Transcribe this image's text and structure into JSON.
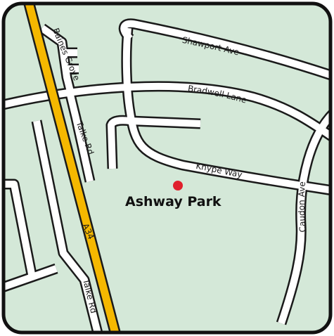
{
  "map": {
    "colors": {
      "land": "#d4e8d8",
      "border": "#111111",
      "road_outline": "#1a1a1a",
      "road_fill": "#ffffff",
      "highway_fill": "#f5b800",
      "marker": "#e0202c",
      "label": "#111111"
    },
    "roads": {
      "a34": "A34",
      "shawport": "Shawport Ave",
      "bradwell": "Bradwell Lane",
      "knype": "Knype Way",
      "caudon": "Caudon Ave",
      "baines": "Baines Grove",
      "talke_upper": "Talke Rd",
      "talke_lower": "Talke Rd"
    },
    "poi": {
      "name": "Ashway Park",
      "marker_icon": "red-dot-marker"
    }
  }
}
